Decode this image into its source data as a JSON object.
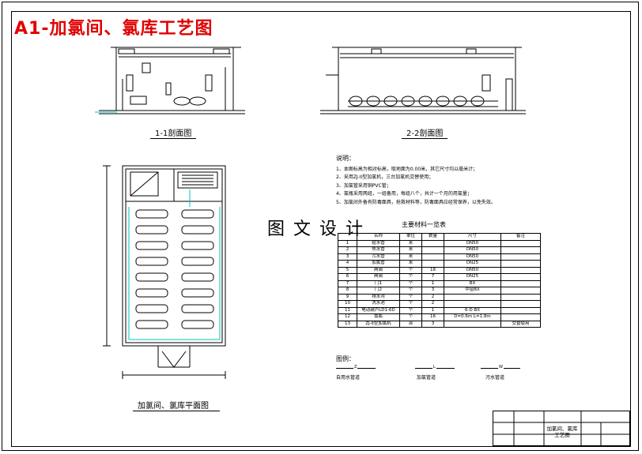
{
  "title": "A1-加氯间、氯库工艺图",
  "sections": {
    "section_1_1": "1-1剖面图",
    "section_2_2": "2-2剖面图",
    "plan": "加氯间、氯库平面图"
  },
  "notes": {
    "heading": "说明：",
    "items": [
      "1、本图标高为相对标高，取地面为0.00米，其它尺寸均以毫米计；",
      "2、采用ZJ-II型加氯机，三台加氯机交替使用；",
      "3、加氯管采用铜PVC管；",
      "4、氯瓶采用两组，一组备用，每组八个，共计一个月的用氯量；",
      "5、加氯间外备有防毒面具，抢救材料等，防毒面具应经常保养，以免失效。"
    ]
  },
  "watermark": "图文设计",
  "materials": {
    "title": "主要材料一览表",
    "headers": [
      "",
      "名称",
      "单位",
      "数量",
      "尺寸",
      "备注"
    ],
    "rows": [
      [
        "1",
        "给水管",
        "米",
        "",
        "DN50",
        ""
      ],
      [
        "2",
        "热水管",
        "米",
        "",
        "DN50",
        ""
      ],
      [
        "3",
        "污水管",
        "米",
        "",
        "DN50",
        ""
      ],
      [
        "4",
        "加氯管",
        "米",
        "",
        "DN25",
        ""
      ],
      [
        "5",
        "闸阀",
        "个",
        "18",
        "DN50",
        ""
      ],
      [
        "6",
        "闸阀",
        "个",
        "7",
        "DN25",
        ""
      ],
      [
        "7",
        "门1",
        "个",
        "1",
        "BX",
        ""
      ],
      [
        "8",
        "门2",
        "个",
        "3",
        "中窗BX",
        ""
      ],
      [
        "9",
        "排水沟",
        "个",
        "2",
        "",
        ""
      ],
      [
        "10",
        "洗水池",
        "个",
        "2",
        "",
        ""
      ],
      [
        "11",
        "电动葫芦LD1-6D",
        "个",
        "1",
        "6-D BX",
        ""
      ],
      [
        "12",
        "氯瓶",
        "个",
        "16",
        "D=0.6m L=1.8m",
        ""
      ],
      [
        "13",
        "ZJ-II型加氯机",
        "台",
        "3",
        "",
        "交替使用"
      ]
    ]
  },
  "legend": {
    "title": "图例：",
    "items": [
      {
        "code": "Z",
        "label": "自用水管道"
      },
      {
        "code": "L",
        "label": "加氯管道"
      },
      {
        "code": "W",
        "label": "污水管道"
      }
    ]
  },
  "title_block": {
    "drawing_name": "加氯间、氯库工艺图"
  },
  "colors": {
    "title": "#e00000",
    "water_pipe": "#00c0c0",
    "lines": "#000000"
  }
}
